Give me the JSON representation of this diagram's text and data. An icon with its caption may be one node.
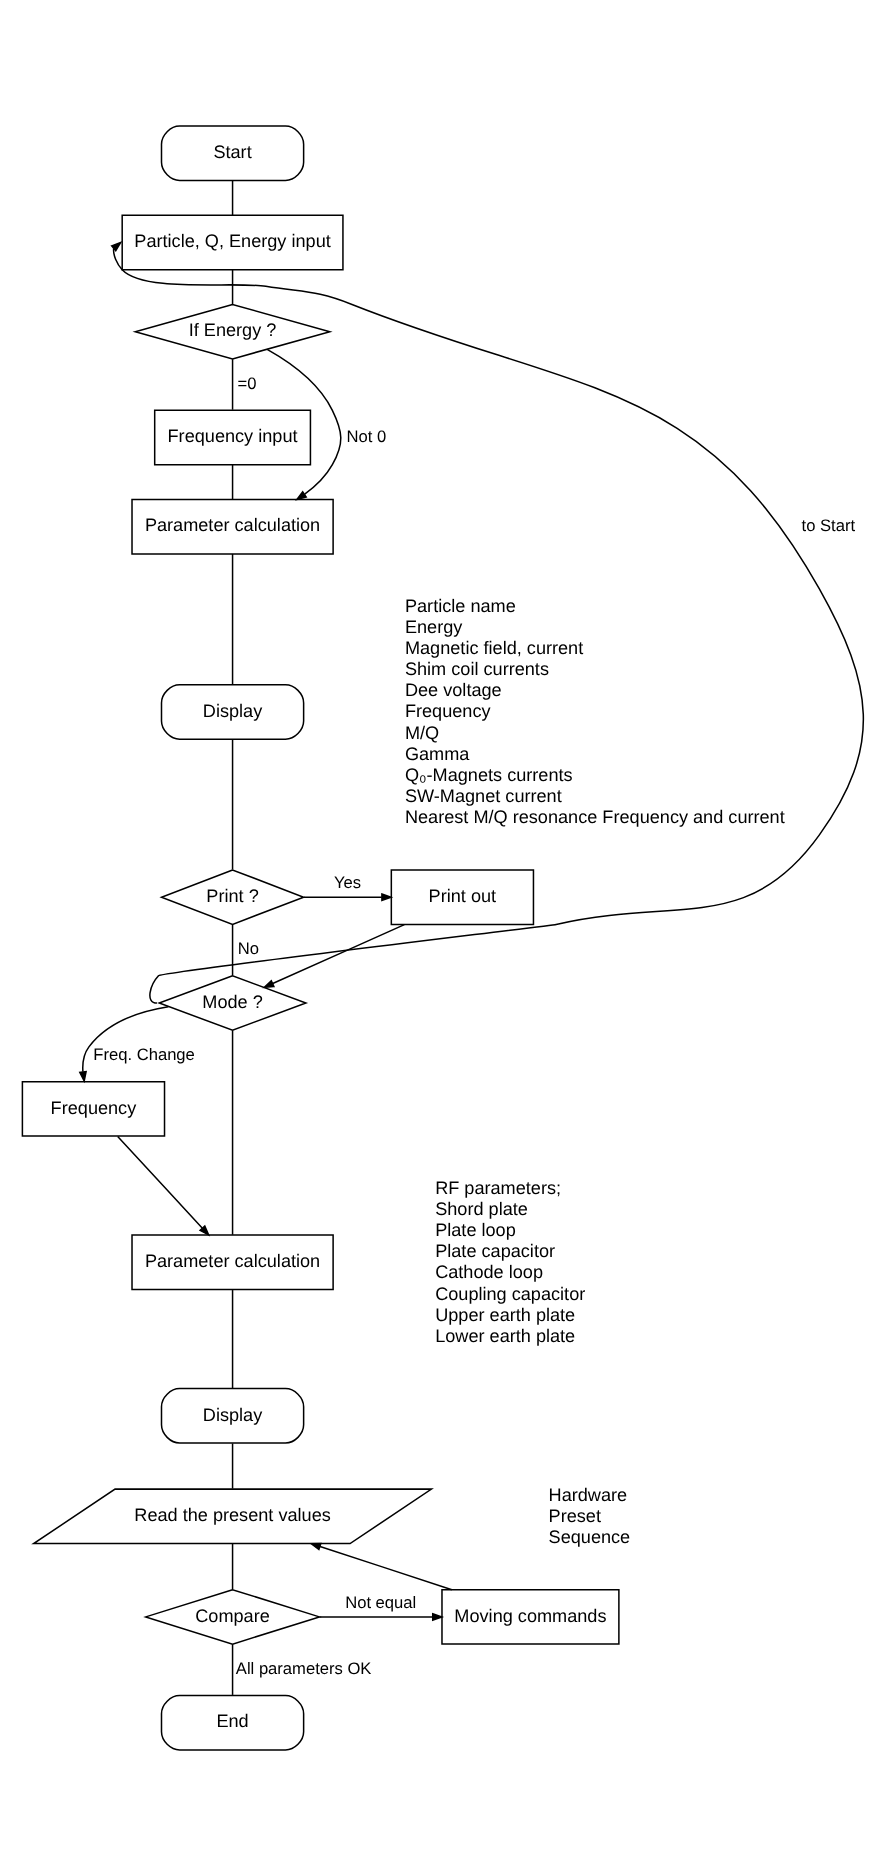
{
  "diagram": {
    "nodes": [
      {
        "text": [
          "Start"
        ]
      },
      {
        "text": [
          "Particle, Q, Energy input"
        ]
      },
      {
        "text": [
          "If Energy ?"
        ]
      },
      {
        "text": [
          "Frequency input"
        ]
      },
      {
        "text": [
          "Parameter calculation"
        ]
      },
      {
        "text": [
          "Display"
        ]
      },
      {
        "text": [
          "Print ?"
        ]
      },
      {
        "text": [
          "Print out"
        ]
      },
      {
        "text": [
          "Mode ?"
        ]
      },
      {
        "text": [
          "Frequency"
        ]
      },
      {
        "text": [
          "Parameter calculation"
        ]
      },
      {
        "text": [
          "Display"
        ]
      },
      {
        "text": [
          "Read the present values"
        ]
      },
      {
        "text": [
          "Compare"
        ]
      },
      {
        "text": [
          "Moving commands"
        ]
      },
      {
        "text": [
          "End"
        ]
      }
    ],
    "edges": [
      {
        "from": 0,
        "to": 1,
        "arrow": "none"
      },
      {
        "from": 1,
        "to": 2,
        "arrow": "none"
      },
      {
        "from": 2,
        "to": 3,
        "arrow": "none",
        "label": "=0"
      },
      {
        "from": 2,
        "to": 4,
        "arrow": "to",
        "label": "Not 0"
      },
      {
        "from": 3,
        "to": 4,
        "arrow": "none"
      },
      {
        "from": 4,
        "to": 5,
        "arrow": "none"
      },
      {
        "from": 5,
        "to": 6,
        "arrow": "none"
      },
      {
        "from": 6,
        "to": 7,
        "arrow": "to",
        "label": "Yes"
      },
      {
        "from": 6,
        "to": 8,
        "arrow": "none",
        "label": "No"
      },
      {
        "from": 7,
        "to": 8,
        "arrow": "to"
      },
      {
        "from": 8,
        "to": 1,
        "arrow": "to",
        "label": "to Start"
      },
      {
        "from": 8,
        "to": 9,
        "arrow": "to",
        "label": "Freq. Change"
      },
      {
        "from": 8,
        "to": 10,
        "arrow": "none"
      },
      {
        "from": 9,
        "to": 10,
        "arrow": "to"
      },
      {
        "from": 10,
        "to": 11,
        "arrow": "none"
      },
      {
        "from": 11,
        "to": 12,
        "arrow": "none"
      },
      {
        "from": 12,
        "to": 13,
        "arrow": "none"
      },
      {
        "from": 13,
        "to": 14,
        "arrow": "to",
        "label": "Not equal"
      },
      {
        "from": 14,
        "to": 12,
        "arrow": "to"
      },
      {
        "from": 13,
        "to": 15,
        "arrow": "none",
        "label": "All parameters OK"
      }
    ],
    "labels": [
      "Particle name",
      "Energy",
      "Magnetic field, current",
      "Shim coil currents",
      "Dee voltage",
      "Frequency",
      "M/Q",
      "Gamma",
      "Q₀-Magnets currents",
      "SW-Magnet current",
      "Nearest M/Q resonance Frequency and current",
      "RF parameters;",
      "Shord plate",
      "Plate loop",
      "Plate capacitor",
      "Cathode loop",
      "Coupling capacitor",
      "Upper earth plate",
      "Lower earth plate",
      "Hardware",
      "Preset",
      "Sequence"
    ]
  }
}
